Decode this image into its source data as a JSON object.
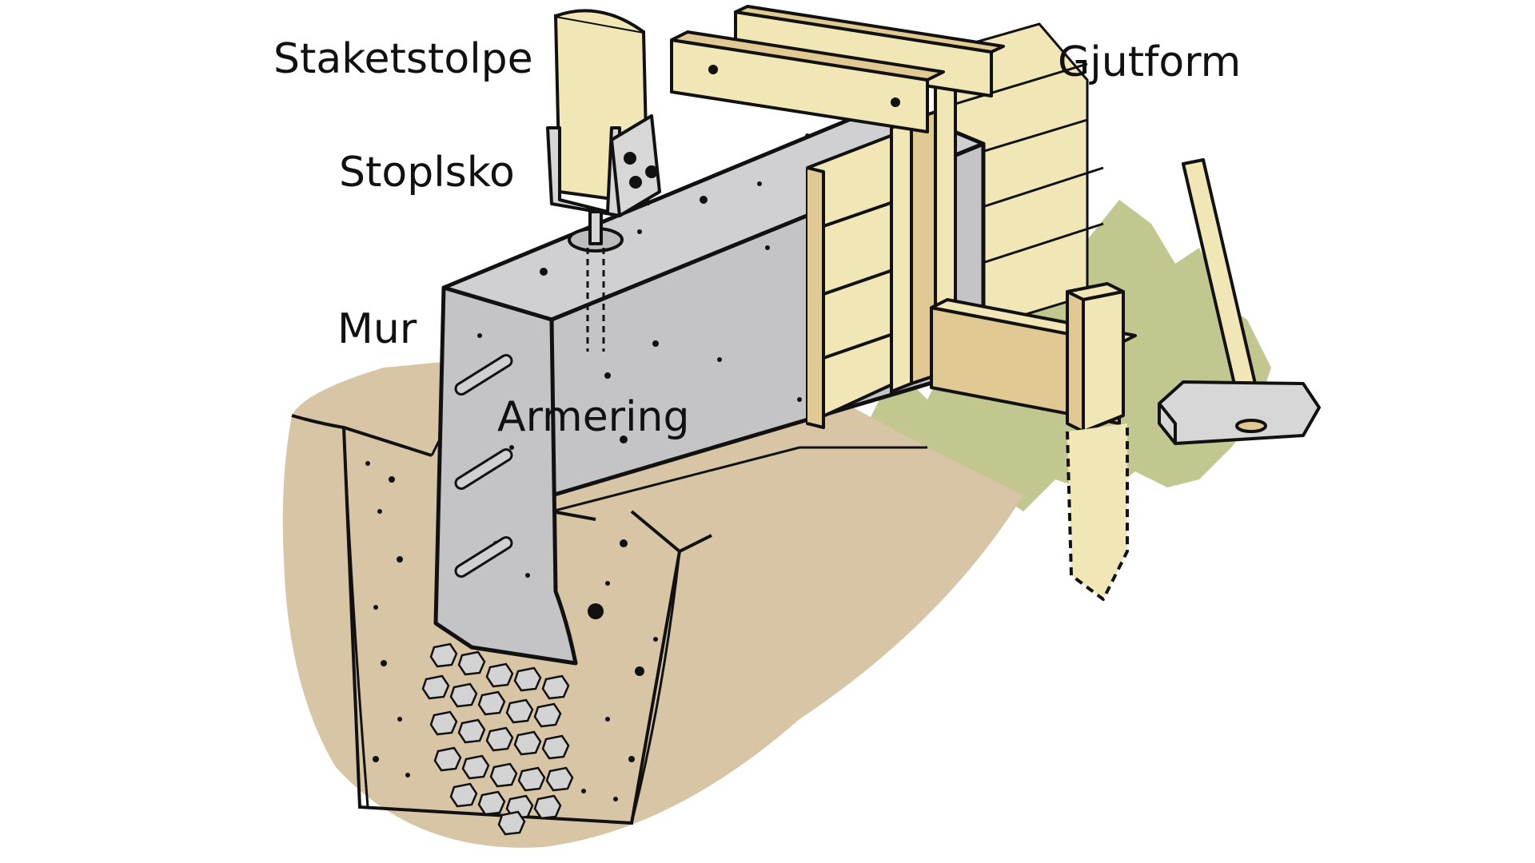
{
  "labels": {
    "staketstolpe": "Staketstolpe",
    "gjutform": "Gjutform",
    "stoplsko": "Stoplsko",
    "mur": "Mur",
    "armering": "Armering"
  },
  "colors": {
    "soil": "#d7c5a5",
    "concrete": "#c4c4c6",
    "concrete_light": "#d0d0d2",
    "wood_light": "#f1e6b5",
    "wood_dark": "#e1c993",
    "grass": "#c2c78f",
    "metal": "#d7d7d7",
    "gravel": "#d3d3d3",
    "outline": "#111111"
  },
  "icons": [
    "sledgehammer-icon",
    "gravel-icon",
    "post-shoe-icon",
    "stake-icon"
  ]
}
